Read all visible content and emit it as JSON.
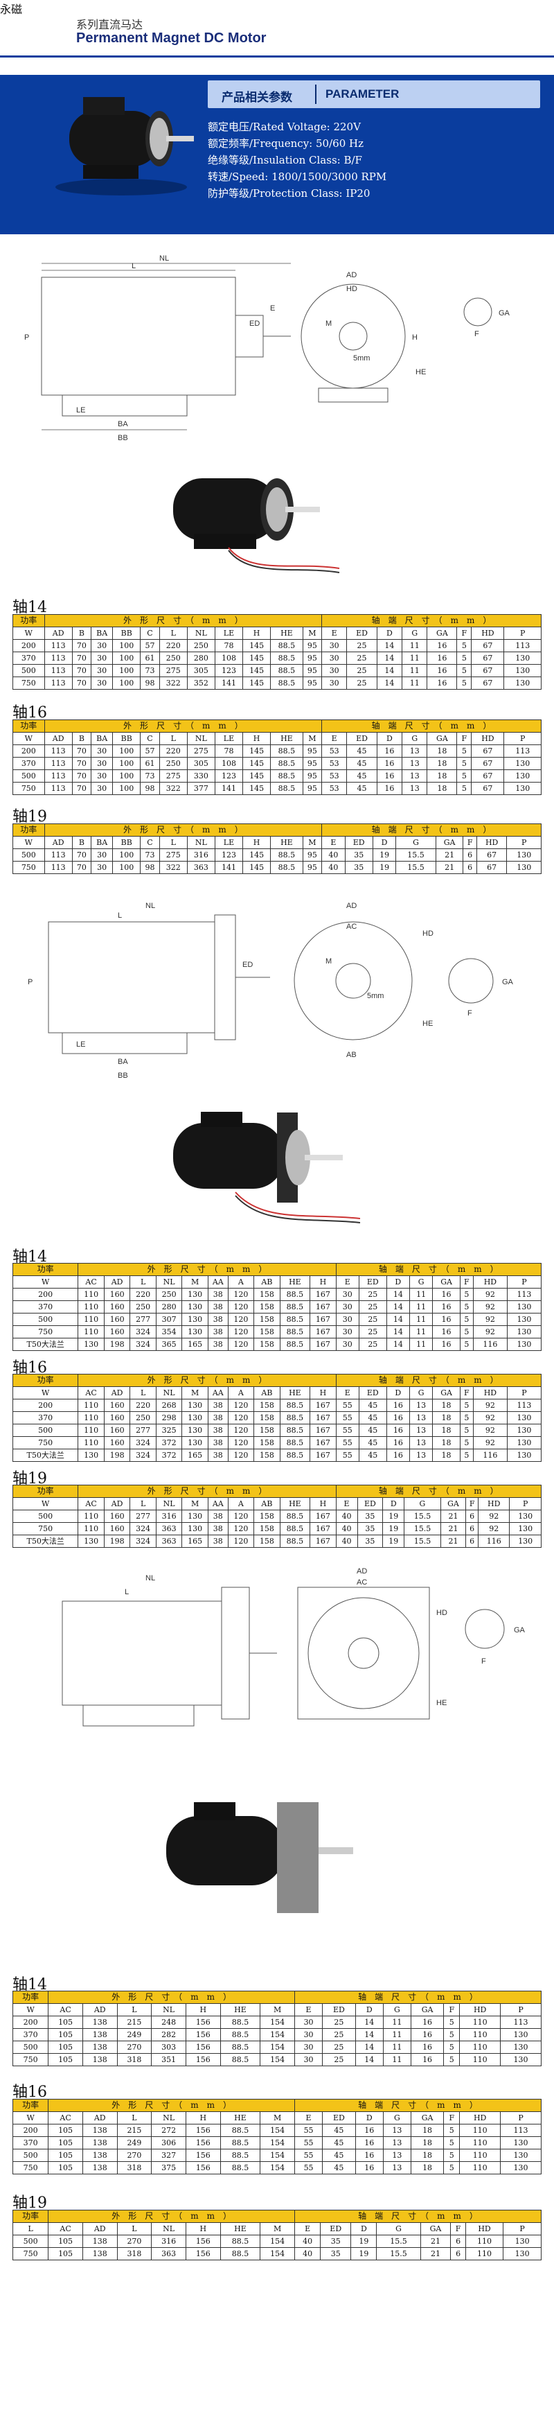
{
  "header": {
    "brand": "永磁",
    "subtitle_cn": "系列直流马达",
    "subtitle_en": "Permanent Magnet DC Motor",
    "param_cn": "产品相关参数",
    "param_en": "PARAMETER",
    "specs": [
      "额定电压/Rated Voltage: 220V",
      "额定频率/Frequency: 50/60 Hz",
      "绝缘等级/Insulation Class: B/F",
      "转速/Speed: 1800/1500/3000 RPM",
      "防护等级/Protection Class: IP20"
    ]
  },
  "drawing1": {
    "labels": [
      "NL",
      "L",
      "E",
      "ED",
      "P",
      "LE",
      "BA",
      "BB",
      "AD",
      "HD",
      "M",
      "5mm",
      "HE",
      "GA",
      "F",
      "H"
    ]
  },
  "drawing2": {
    "labels": [
      "NL",
      "L",
      "P",
      "LE",
      "BA",
      "BB",
      "ED",
      "AD",
      "AC",
      "M",
      "AB",
      "HE",
      "HD",
      "F",
      "GA",
      "5mm"
    ]
  },
  "drawing3": {
    "labels": [
      "NL",
      "L",
      "AD",
      "AC",
      "HE",
      "HD",
      "GA",
      "F"
    ]
  },
  "sections": [
    {
      "shaft": "轴14",
      "header1": [
        "功率",
        "外",
        "形",
        "尺",
        "寸",
        "（",
        "m",
        "m",
        "）",
        "轴",
        "端",
        "尺",
        "寸",
        "（",
        "m",
        "m",
        "）"
      ],
      "header2": [
        "W",
        "AD",
        "B",
        "BA",
        "BB",
        "C",
        "L",
        "NL",
        "LE",
        "H",
        "HE",
        "M",
        "E",
        "ED",
        "D",
        "G",
        "GA",
        "F",
        "HD",
        "P"
      ],
      "rows": [
        [
          "200",
          "113",
          "70",
          "30",
          "100",
          "57",
          "220",
          "250",
          "78",
          "145",
          "88.5",
          "95",
          "30",
          "25",
          "14",
          "11",
          "16",
          "5",
          "67",
          "113"
        ],
        [
          "370",
          "113",
          "70",
          "30",
          "100",
          "61",
          "250",
          "280",
          "108",
          "145",
          "88.5",
          "95",
          "30",
          "25",
          "14",
          "11",
          "16",
          "5",
          "67",
          "130"
        ],
        [
          "500",
          "113",
          "70",
          "30",
          "100",
          "73",
          "275",
          "305",
          "123",
          "145",
          "88.5",
          "95",
          "30",
          "25",
          "14",
          "11",
          "16",
          "5",
          "67",
          "130"
        ],
        [
          "750",
          "113",
          "70",
          "30",
          "100",
          "98",
          "322",
          "352",
          "141",
          "145",
          "88.5",
          "95",
          "30",
          "25",
          "14",
          "11",
          "16",
          "5",
          "67",
          "130"
        ]
      ]
    },
    {
      "shaft": "轴16",
      "header1": [
        "功率",
        "外",
        "形",
        "尺",
        "寸",
        "（",
        "m",
        "m",
        "）",
        "轴",
        "端",
        "尺",
        "寸",
        "（",
        "m",
        "m",
        "）"
      ],
      "header2": [
        "W",
        "AD",
        "B",
        "BA",
        "BB",
        "C",
        "L",
        "NL",
        "LE",
        "H",
        "HE",
        "M",
        "E",
        "ED",
        "D",
        "G",
        "GA",
        "F",
        "HD",
        "P"
      ],
      "rows": [
        [
          "200",
          "113",
          "70",
          "30",
          "100",
          "57",
          "220",
          "275",
          "78",
          "145",
          "88.5",
          "95",
          "53",
          "45",
          "16",
          "13",
          "18",
          "5",
          "67",
          "113"
        ],
        [
          "370",
          "113",
          "70",
          "30",
          "100",
          "61",
          "250",
          "305",
          "108",
          "145",
          "88.5",
          "95",
          "53",
          "45",
          "16",
          "13",
          "18",
          "5",
          "67",
          "130"
        ],
        [
          "500",
          "113",
          "70",
          "30",
          "100",
          "73",
          "275",
          "330",
          "123",
          "145",
          "88.5",
          "95",
          "53",
          "45",
          "16",
          "13",
          "18",
          "5",
          "67",
          "130"
        ],
        [
          "750",
          "113",
          "70",
          "30",
          "100",
          "98",
          "322",
          "377",
          "141",
          "145",
          "88.5",
          "95",
          "53",
          "45",
          "16",
          "13",
          "18",
          "5",
          "67",
          "130"
        ]
      ]
    },
    {
      "shaft": "轴19",
      "header1": [
        "功率",
        "外",
        "形",
        "尺",
        "寸",
        "（",
        "m",
        "m",
        "）",
        "轴",
        "端",
        "尺",
        "寸",
        "（",
        "m",
        "m",
        "）"
      ],
      "header2": [
        "W",
        "AD",
        "B",
        "BA",
        "BB",
        "C",
        "L",
        "NL",
        "LE",
        "H",
        "HE",
        "M",
        "E",
        "ED",
        "D",
        "G",
        "GA",
        "F",
        "HD",
        "P"
      ],
      "rows": [
        [
          "500",
          "113",
          "70",
          "30",
          "100",
          "73",
          "275",
          "316",
          "123",
          "145",
          "88.5",
          "95",
          "40",
          "35",
          "19",
          "15.5",
          "21",
          "6",
          "67",
          "130"
        ],
        [
          "750",
          "113",
          "70",
          "30",
          "100",
          "98",
          "322",
          "363",
          "141",
          "145",
          "88.5",
          "95",
          "40",
          "35",
          "19",
          "15.5",
          "21",
          "6",
          "67",
          "130"
        ]
      ]
    },
    {
      "shaft": "轴14",
      "header1": [
        "功率",
        "外",
        "形",
        "尺",
        "寸",
        "（",
        "m",
        "m",
        "）",
        "轴",
        "端",
        "尺",
        "寸",
        "（",
        "m",
        "m",
        "）"
      ],
      "header2": [
        "W",
        "AC",
        "AD",
        "L",
        "NL",
        "M",
        "AA",
        "A",
        "AB",
        "HE",
        "H",
        "E",
        "ED",
        "D",
        "G",
        "GA",
        "F",
        "HD",
        "P"
      ],
      "rows": [
        [
          "200",
          "110",
          "160",
          "220",
          "250",
          "130",
          "38",
          "120",
          "158",
          "88.5",
          "167",
          "30",
          "25",
          "14",
          "11",
          "16",
          "5",
          "92",
          "113"
        ],
        [
          "370",
          "110",
          "160",
          "250",
          "280",
          "130",
          "38",
          "120",
          "158",
          "88.5",
          "167",
          "30",
          "25",
          "14",
          "11",
          "16",
          "5",
          "92",
          "130"
        ],
        [
          "500",
          "110",
          "160",
          "277",
          "307",
          "130",
          "38",
          "120",
          "158",
          "88.5",
          "167",
          "30",
          "25",
          "14",
          "11",
          "16",
          "5",
          "92",
          "130"
        ],
        [
          "750",
          "110",
          "160",
          "324",
          "354",
          "130",
          "38",
          "120",
          "158",
          "88.5",
          "167",
          "30",
          "25",
          "14",
          "11",
          "16",
          "5",
          "92",
          "130"
        ],
        [
          "T50大法兰",
          "130",
          "198",
          "324",
          "365",
          "165",
          "38",
          "120",
          "158",
          "88.5",
          "167",
          "30",
          "25",
          "14",
          "11",
          "16",
          "5",
          "116",
          "130"
        ]
      ]
    },
    {
      "shaft": "轴16",
      "header1": [
        "功率",
        "外",
        "形",
        "尺",
        "寸",
        "（",
        "m",
        "m",
        "）",
        "轴",
        "端",
        "尺",
        "寸",
        "（",
        "m",
        "m",
        "）"
      ],
      "header2": [
        "W",
        "AC",
        "AD",
        "L",
        "NL",
        "M",
        "AA",
        "A",
        "AB",
        "HE",
        "H",
        "E",
        "ED",
        "D",
        "G",
        "GA",
        "F",
        "HD",
        "P"
      ],
      "rows": [
        [
          "200",
          "110",
          "160",
          "220",
          "268",
          "130",
          "38",
          "120",
          "158",
          "88.5",
          "167",
          "55",
          "45",
          "16",
          "13",
          "18",
          "5",
          "92",
          "113"
        ],
        [
          "370",
          "110",
          "160",
          "250",
          "298",
          "130",
          "38",
          "120",
          "158",
          "88.5",
          "167",
          "55",
          "45",
          "16",
          "13",
          "18",
          "5",
          "92",
          "130"
        ],
        [
          "500",
          "110",
          "160",
          "277",
          "325",
          "130",
          "38",
          "120",
          "158",
          "88.5",
          "167",
          "55",
          "45",
          "16",
          "13",
          "18",
          "5",
          "92",
          "130"
        ],
        [
          "750",
          "110",
          "160",
          "324",
          "372",
          "130",
          "38",
          "120",
          "158",
          "88.5",
          "167",
          "55",
          "45",
          "16",
          "13",
          "18",
          "5",
          "92",
          "130"
        ],
        [
          "T50大法兰",
          "130",
          "198",
          "324",
          "372",
          "165",
          "38",
          "120",
          "158",
          "88.5",
          "167",
          "55",
          "45",
          "16",
          "13",
          "18",
          "5",
          "116",
          "130"
        ]
      ]
    },
    {
      "shaft": "轴19",
      "header1": [
        "功率",
        "外",
        "形",
        "尺",
        "寸",
        "（",
        "m",
        "m",
        "）",
        "轴",
        "端",
        "尺",
        "寸",
        "（",
        "m",
        "m",
        "）"
      ],
      "header2": [
        "W",
        "AC",
        "AD",
        "L",
        "NL",
        "M",
        "AA",
        "A",
        "AB",
        "HE",
        "H",
        "E",
        "ED",
        "D",
        "G",
        "GA",
        "F",
        "HD",
        "P"
      ],
      "rows": [
        [
          "500",
          "110",
          "160",
          "277",
          "316",
          "130",
          "38",
          "120",
          "158",
          "88.5",
          "167",
          "40",
          "35",
          "19",
          "15.5",
          "21",
          "6",
          "92",
          "130"
        ],
        [
          "750",
          "110",
          "160",
          "324",
          "363",
          "130",
          "38",
          "120",
          "158",
          "88.5",
          "167",
          "40",
          "35",
          "19",
          "15.5",
          "21",
          "6",
          "92",
          "130"
        ],
        [
          "T50大法兰",
          "130",
          "198",
          "324",
          "363",
          "165",
          "38",
          "120",
          "158",
          "88.5",
          "167",
          "40",
          "35",
          "19",
          "15.5",
          "21",
          "6",
          "116",
          "130"
        ]
      ]
    },
    {
      "shaft": "轴14",
      "header1": [
        "功率",
        "外",
        "形",
        "尺",
        "寸",
        "（",
        "m",
        "m",
        "）",
        "轴",
        "端",
        "尺",
        "寸",
        "（",
        "m",
        "m",
        "）"
      ],
      "header2": [
        "W",
        "AC",
        "AD",
        "L",
        "NL",
        "H",
        "HE",
        "M",
        "E",
        "ED",
        "D",
        "G",
        "GA",
        "F",
        "HD",
        "P"
      ],
      "rows": [
        [
          "200",
          "105",
          "138",
          "215",
          "248",
          "156",
          "88.5",
          "154",
          "30",
          "25",
          "14",
          "11",
          "16",
          "5",
          "110",
          "113"
        ],
        [
          "370",
          "105",
          "138",
          "249",
          "282",
          "156",
          "88.5",
          "154",
          "30",
          "25",
          "14",
          "11",
          "16",
          "5",
          "110",
          "130"
        ],
        [
          "500",
          "105",
          "138",
          "270",
          "303",
          "156",
          "88.5",
          "154",
          "30",
          "25",
          "14",
          "11",
          "16",
          "5",
          "110",
          "130"
        ],
        [
          "750",
          "105",
          "138",
          "318",
          "351",
          "156",
          "88.5",
          "154",
          "30",
          "25",
          "14",
          "11",
          "16",
          "5",
          "110",
          "130"
        ]
      ]
    },
    {
      "shaft": "轴16",
      "header1": [
        "功率",
        "外",
        "形",
        "尺",
        "寸",
        "（",
        "m",
        "m",
        "）",
        "轴",
        "端",
        "尺",
        "寸",
        "（",
        "m",
        "m",
        "）"
      ],
      "header2": [
        "W",
        "AC",
        "AD",
        "L",
        "NL",
        "H",
        "HE",
        "M",
        "E",
        "ED",
        "D",
        "G",
        "GA",
        "F",
        "HD",
        "P"
      ],
      "rows": [
        [
          "200",
          "105",
          "138",
          "215",
          "272",
          "156",
          "88.5",
          "154",
          "55",
          "45",
          "16",
          "13",
          "18",
          "5",
          "110",
          "113"
        ],
        [
          "370",
          "105",
          "138",
          "249",
          "306",
          "156",
          "88.5",
          "154",
          "55",
          "45",
          "16",
          "13",
          "18",
          "5",
          "110",
          "130"
        ],
        [
          "500",
          "105",
          "138",
          "270",
          "327",
          "156",
          "88.5",
          "154",
          "55",
          "45",
          "16",
          "13",
          "18",
          "5",
          "110",
          "130"
        ],
        [
          "750",
          "105",
          "138",
          "318",
          "375",
          "156",
          "88.5",
          "154",
          "55",
          "45",
          "16",
          "13",
          "18",
          "5",
          "110",
          "130"
        ]
      ]
    },
    {
      "shaft": "轴19",
      "header1": [
        "功率",
        "外",
        "形",
        "尺",
        "寸",
        "（",
        "m",
        "m",
        "）",
        "轴",
        "端",
        "尺",
        "寸",
        "（",
        "m",
        "m",
        "）"
      ],
      "header2": [
        "L",
        "AC",
        "AD",
        "L",
        "NL",
        "H",
        "HE",
        "M",
        "E",
        "ED",
        "D",
        "G",
        "GA",
        "F",
        "HD",
        "P"
      ],
      "rows": [
        [
          "500",
          "105",
          "138",
          "270",
          "316",
          "156",
          "88.5",
          "154",
          "40",
          "35",
          "19",
          "15.5",
          "21",
          "6",
          "110",
          "130"
        ],
        [
          "750",
          "105",
          "138",
          "318",
          "363",
          "156",
          "88.5",
          "154",
          "40",
          "35",
          "19",
          "15.5",
          "21",
          "6",
          "110",
          "130"
        ]
      ]
    }
  ]
}
